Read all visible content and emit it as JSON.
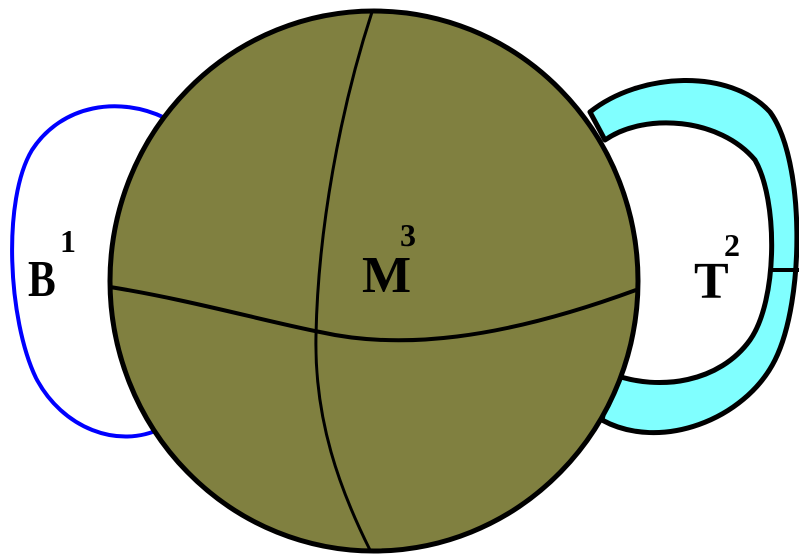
{
  "labels": {
    "ball": {
      "base": "B",
      "sup": "1"
    },
    "manifold": {
      "base": "M",
      "sup": "3"
    },
    "torus": {
      "base": "T",
      "sup": "2"
    }
  },
  "colors": {
    "background": "#ffffff",
    "sphere_fill": "#808040",
    "outline": "#000000",
    "ball_arc": "#0000ff",
    "torus_fill": "#80ffff"
  }
}
